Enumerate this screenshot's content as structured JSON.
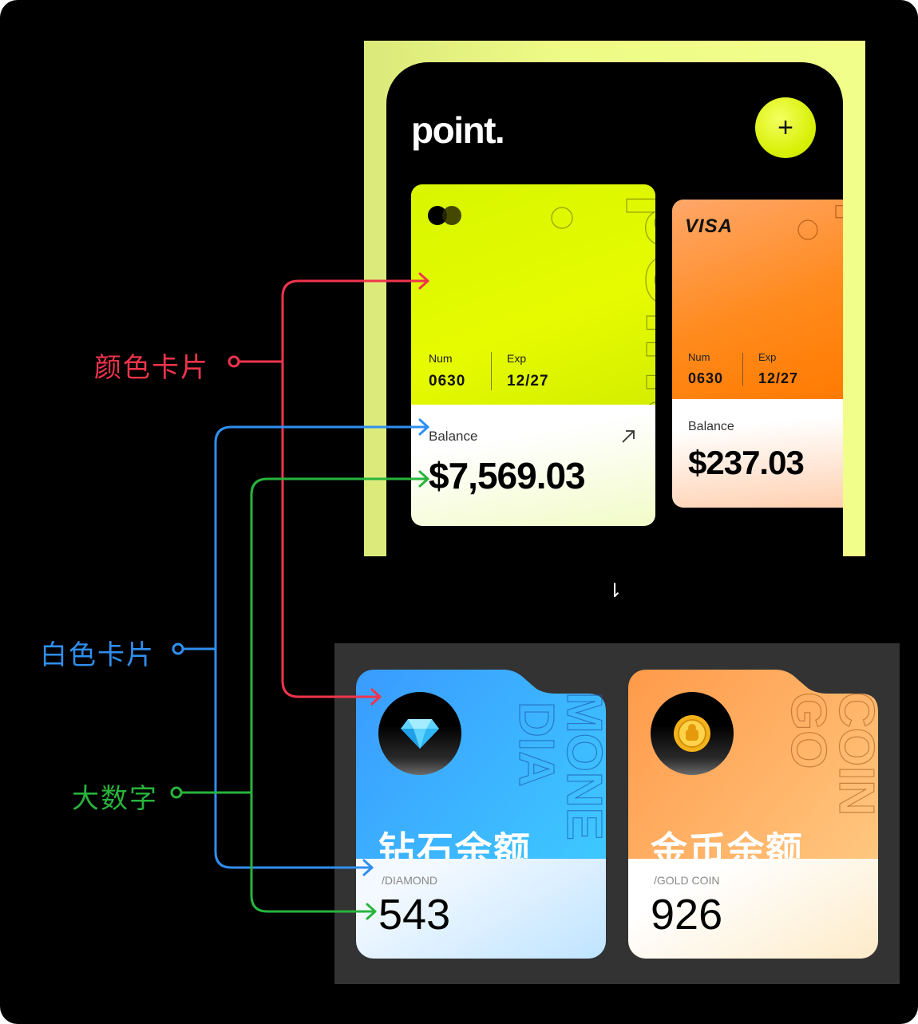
{
  "colors": {
    "red": "#f0344c",
    "blue": "#2f8ff0",
    "green": "#28b43c",
    "lime": "#e2fa00",
    "orange": "#ff8a1c"
  },
  "annotations": {
    "color_card": "颜色卡片",
    "white_card": "白色卡片",
    "big_number": "大数字"
  },
  "phone": {
    "logo": "point.",
    "add_button": "+",
    "cards": [
      {
        "brand": "mastercard-icon",
        "num_label": "Num",
        "num_value": "0630",
        "exp_label": "Exp",
        "exp_value": "12/27",
        "balance_label": "Balance",
        "balance_value": "$7,569.03",
        "watermark": "point"
      },
      {
        "brand_text": "VISA",
        "num_label": "Num",
        "num_value": "0630",
        "exp_label": "Exp",
        "exp_value": "12/27",
        "balance_label": "Balance",
        "balance_value": "$237.03",
        "watermark": "point"
      }
    ]
  },
  "arrow_glyph": "⇂",
  "tokens": [
    {
      "title": "钻石余额",
      "subtitle": "/DIAMOND",
      "value": "543",
      "icon": "diamond-icon",
      "watermark_a": "DIA",
      "watermark_b": "MONE"
    },
    {
      "title": "金币余额",
      "subtitle": "/GOLD COIN",
      "value": "926",
      "icon": "gold-coin-icon",
      "watermark_a": "GO",
      "watermark_b": "COIN"
    }
  ]
}
